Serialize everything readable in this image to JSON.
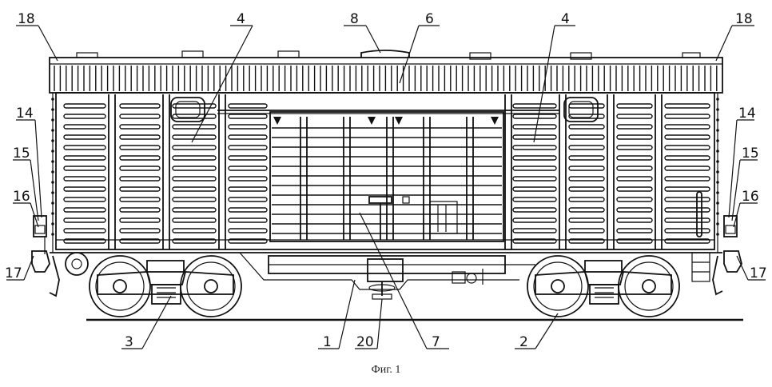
{
  "figure": {
    "caption": "Фиг. 1",
    "callouts": [
      {
        "id": "c18l",
        "text": "18"
      },
      {
        "id": "c4l",
        "text": "4"
      },
      {
        "id": "c8",
        "text": "8"
      },
      {
        "id": "c6",
        "text": "6"
      },
      {
        "id": "c4r",
        "text": "4"
      },
      {
        "id": "c18r",
        "text": "18"
      },
      {
        "id": "c14l",
        "text": "14"
      },
      {
        "id": "c15l",
        "text": "15"
      },
      {
        "id": "c16l",
        "text": "16"
      },
      {
        "id": "c17l",
        "text": "17"
      },
      {
        "id": "c14r",
        "text": "14"
      },
      {
        "id": "c15r",
        "text": "15"
      },
      {
        "id": "c16r",
        "text": "16"
      },
      {
        "id": "c17r",
        "text": "17"
      },
      {
        "id": "c3",
        "text": "3"
      },
      {
        "id": "c1",
        "text": "1"
      },
      {
        "id": "c20",
        "text": "20"
      },
      {
        "id": "c7",
        "text": "7"
      },
      {
        "id": "c2",
        "text": "2"
      }
    ]
  }
}
